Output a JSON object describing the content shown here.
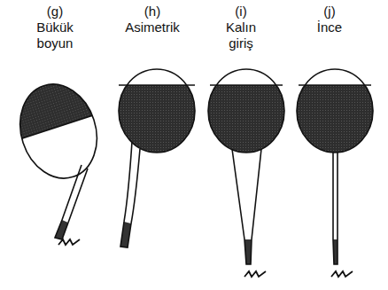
{
  "diagram": {
    "labels": [
      "(g)",
      "Bükük boyun",
      "(h)",
      "Asimetrik",
      "(i)",
      "Kalın giriş",
      "(j)",
      "İnce"
    ]
  }
}
